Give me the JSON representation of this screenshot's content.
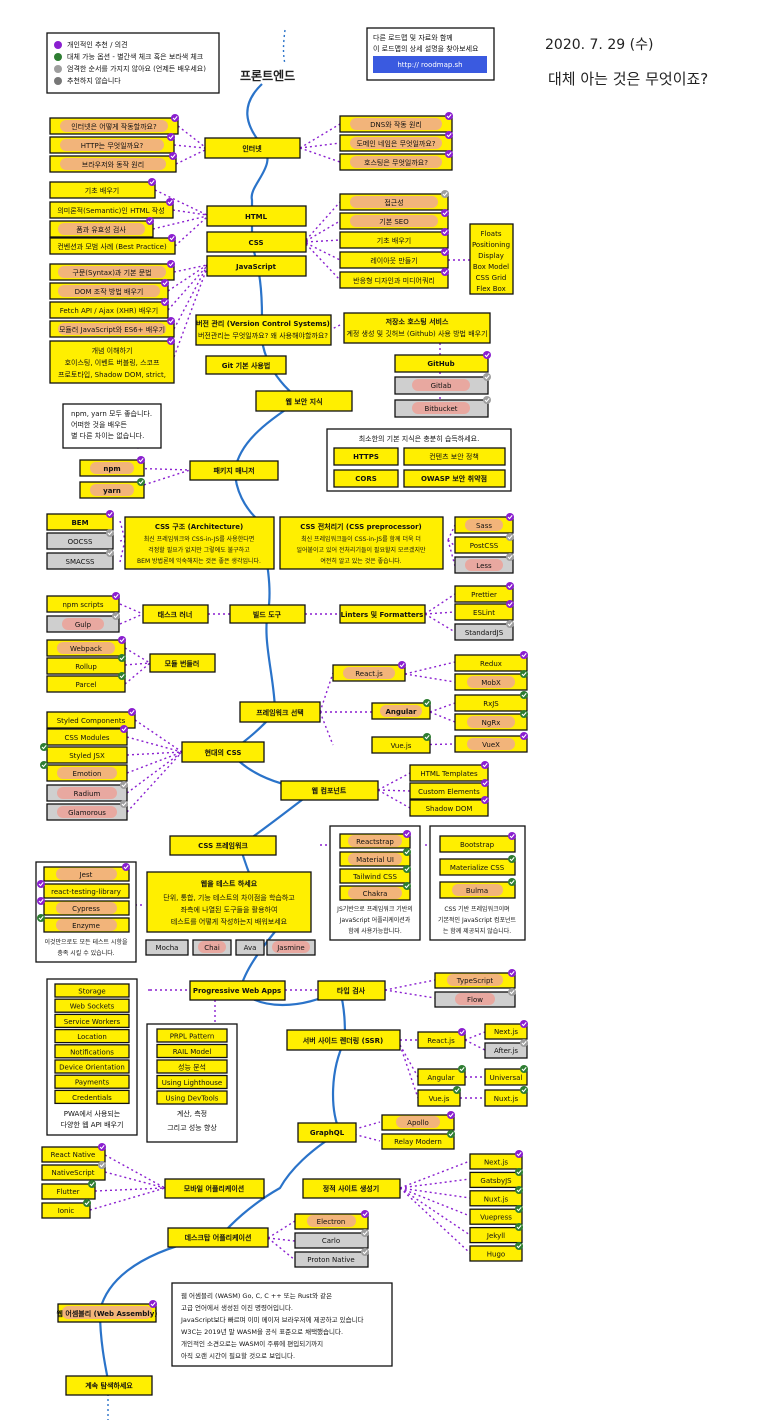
{
  "legend": {
    "items": [
      {
        "text": "개인적인 추천 / 의견",
        "color": "#8a1fd0"
      },
      {
        "text": "대체 가능 옵션 - 별간색 체크 혹은 보라색 체크",
        "color": "#2e7d32"
      },
      {
        "text": "엄격한 순서를 가지지 않아요 (언제든 배우세요)",
        "color": "#9e9e9e"
      },
      {
        "text": "추천하지 않습니다",
        "color": "#777777"
      }
    ]
  },
  "header": {
    "title": "프론트엔드",
    "info_line1": "다른 로드맵 및 자료와 함께",
    "info_line2": "이 로드맵의 상세 설명을 찾아보세요",
    "url": "http:// roodmap.sh",
    "date": "2020. 7. 29 (수)",
    "tagline": "대체 아는 것은 무엇이죠?"
  },
  "colors": {
    "box": "#ffef00",
    "gray": "#cfcfcf",
    "path": "#2a73c9",
    "purple": "#8a1fd0",
    "green": "#2e7d32",
    "link": "#3a5ae0"
  },
  "nodes": {
    "internet": "인터넷",
    "int1": "인터넷은 어떻게 작동할까요?",
    "int2": "HTTP는 무엇일까요?",
    "int3": "브라우저와 동작 원리",
    "int4": "DNS와 작동 원리",
    "int5": "도메인 네임은 무엇일까요?",
    "int6": "호스팅은 무엇일까요?",
    "html": "HTML",
    "css": "CSS",
    "js": "JavaScript",
    "h1": "기초 배우기",
    "h2": "의미론적(Semantic)인 HTML 작성",
    "h3": "폼과 유효성 검사",
    "h4": "컨벤션과 모범 사례 (Best Practice)",
    "c1": "접근성",
    "c2": "기본 SEO",
    "c3": "기초 배우기",
    "c4": "레이아웃 만들기",
    "c5": "반응형 디자인과 미디어쿼리",
    "lay": [
      "Floats",
      "Positioning",
      "Display",
      "Box Model",
      "CSS Grid",
      "Flex Box"
    ],
    "j1": "구문(Syntax)과 기본 문법",
    "j2": "DOM 조작 방법 배우기",
    "j3": "Fetch API / Ajax (XHR) 배우기",
    "j4": "모듈러 JavaScript와 ES6+ 배우기",
    "j5a": "개념 이해하기",
    "j5b": "호이스팅, 이벤트 버블링, 스코프",
    "j5c": "프로토타입, Shadow DOM, strict,",
    "vcs": "버전 관리 (Version Control Systems)",
    "vcs_sub": "버전관리는 무엇일까요? 왜 사용해야할까요?",
    "git": "Git 기본 사용법",
    "repo": "저장소 호스팅 서비스",
    "repo_sub": "계정 생성 및 깃허브 (Github) 사용 방법 배우기",
    "github": "GitHub",
    "gitlab": "Gitlab",
    "bitbucket": "Bitbucket",
    "sec": "웹 보안 지식",
    "sec_note": "최소한의 기본 지식은 충분히 습득하세요.",
    "https": "HTTPS",
    "cors": "CORS",
    "cont": "컨텐츠 보안 정책",
    "owasp": "OWASP 보안 취약점",
    "pm_note1": "npm, yarn 모두 좋습니다.",
    "pm_note2": "어떠한 것을 배우든",
    "pm_note3": "별 다른 차이는 없습니다.",
    "pm": "패키지 매니저",
    "npm": "npm",
    "yarn": "yarn",
    "bem": "BEM",
    "oocss": "OOCSS",
    "smacss": "SMACSS",
    "arch": "CSS 구조 (Architecture)",
    "arch1": "최신 프레임워크와 CSS-in-JS를 사용한다면",
    "arch2": "걱정할 필요가 없지만 그렇에도 불구하고",
    "arch3": "BEM 방법론에 익숙해지는 것은 좋은 생각입니다.",
    "pre": "CSS 전처리기 (CSS preprocessor)",
    "pre1": "최신 프레임워크들이 CSS-in-JS를 함께 더욱 더",
    "pre2": "일어붙이고 있어 전처리기들이 필요할지 모르겠지만",
    "pre3": "여전히 알고 있는 것은 좋습니다.",
    "sass": "Sass",
    "postcss": "PostCSS",
    "less": "Less",
    "npms": "npm scripts",
    "gulp": "Gulp",
    "taskr": "태스크 러너",
    "build": "빌드 도구",
    "lint": "Linters 및 Formatters",
    "prettier": "Prettier",
    "eslint": "ESLint",
    "standard": "StandardJS",
    "webpack": "Webpack",
    "rollup": "Rollup",
    "parcel": "Parcel",
    "bundler": "모듈 번들러",
    "fw": "프레임워크 선택",
    "react": "React.js",
    "angular": "Angular",
    "vue": "Vue.js",
    "redux": "Redux",
    "mobx": "MobX",
    "rxjs": "RxJS",
    "ngrx": "NgRx",
    "vuex": "VueX",
    "modern": "현대의 CSS",
    "sc": "Styled Components",
    "cssm": "CSS Modules",
    "sjsx": "Styled JSX",
    "emotion": "Emotion",
    "radium": "Radium",
    "glam": "Glamorous",
    "wc": "웹 컴포넌트",
    "htmlt": "HTML Templates",
    "ce": "Custom Elements",
    "sd": "Shadow DOM",
    "cssfw": "CSS 프레임워크",
    "rs": "Reactstrap",
    "mui": "Material UI",
    "tw": "Tailwind CSS",
    "chakra": "Chakra",
    "js_fw_note1": "JS기반으로 프레임워크 기반의",
    "js_fw_note2": "JavaScript 어플리케이션과",
    "js_fw_note3": "함께 사용가능합니다.",
    "bs": "Bootstrap",
    "mcss": "Materialize CSS",
    "bulma": "Bulma",
    "css_fw_note1": "CSS 기반 프레임워크이며",
    "css_fw_note2": "기본적인 JavaScript 컴포넌트",
    "css_fw_note3": "는 함께 제공되지 않습니다.",
    "jest": "Jest",
    "rtl": "react-testing-library",
    "cypress": "Cypress",
    "enzyme": "Enzyme",
    "test_note1": "이것만으로도 모든 테스트 시항을",
    "test_note2": "충족 시킬 수 있습니다.",
    "test": "웹을 테스트 하세요",
    "test1": "단위, 통합, 기능 테스트의 차이점을 학습하고",
    "test2": "좌측에 나열된 도구들을 활용하여",
    "test3": "테스트를 어떻게 작성하는지 배워보세요",
    "mocha": "Mocha",
    "chai": "Chai",
    "ava": "Ava",
    "jasmine": "Jasmine",
    "pwa": "Progressive Web Apps",
    "type": "타입 검사",
    "ts": "TypeScript",
    "flow": "Flow",
    "apis": [
      "Storage",
      "Web Sockets",
      "Service Workers",
      "Location",
      "Notifications",
      "Device Orientation",
      "Payments",
      "Credentials"
    ],
    "api_note1": "PWA에서 사용되는",
    "api_note2": "다양한 웹 API 배우기",
    "perf": [
      "PRPL Pattern",
      "RAIL Model",
      "성능 분석",
      "Using Lighthouse",
      "Using DevTools"
    ],
    "perf_note1": "계산, 측정",
    "perf_note2": "그리고 성능 향상",
    "ssr": "서버 사이드 렌더링 (SSR)",
    "ssr_react": "React.js",
    "nextjs": "Next.js",
    "afterjs": "After.js",
    "ssr_angular": "Angular",
    "universal": "Universal",
    "ssr_vue": "Vue.js",
    "nuxtjs": "Nuxt.js",
    "graphql": "GraphQL",
    "apollo": "Apollo",
    "relay": "Relay Modern",
    "mobile": "모바일 어플리케이션",
    "rn": "React Native",
    "ns": "NativeScript",
    "flutter": "Flutter",
    "ionic": "Ionic",
    "ssg": "정적 사이트 생성기",
    "ssg_list": [
      "Next.js",
      "GatsbyJS",
      "Nuxt.js",
      "Vuepress",
      "Jekyll",
      "Hugo"
    ],
    "desktop": "데스크탑 어플리케이션",
    "electron": "Electron",
    "carlo": "Carlo",
    "proton": "Proton Native",
    "wasm": "웹 어셈블리 (Web Assembly)",
    "wasm_note": [
      "웹 어셈블리 (WASM) Go, C, C ++ 또는 Rust와 같은",
      "고급 언어에서 생성된 이진 명령어입니다.",
      "JavaScript보다 빠르며 이미 메이저 브라우저에 제공하고 있습니다",
      "W3C는 2019년 말 WASM을 공식 표준으로 채택했습니다.",
      "개인적인 소견으로는 WASM이 주류에 편입되기까지",
      "아직 오랜 시간이 필요할 것으로 보입니다."
    ],
    "keep": "계속 탐색하세요"
  }
}
